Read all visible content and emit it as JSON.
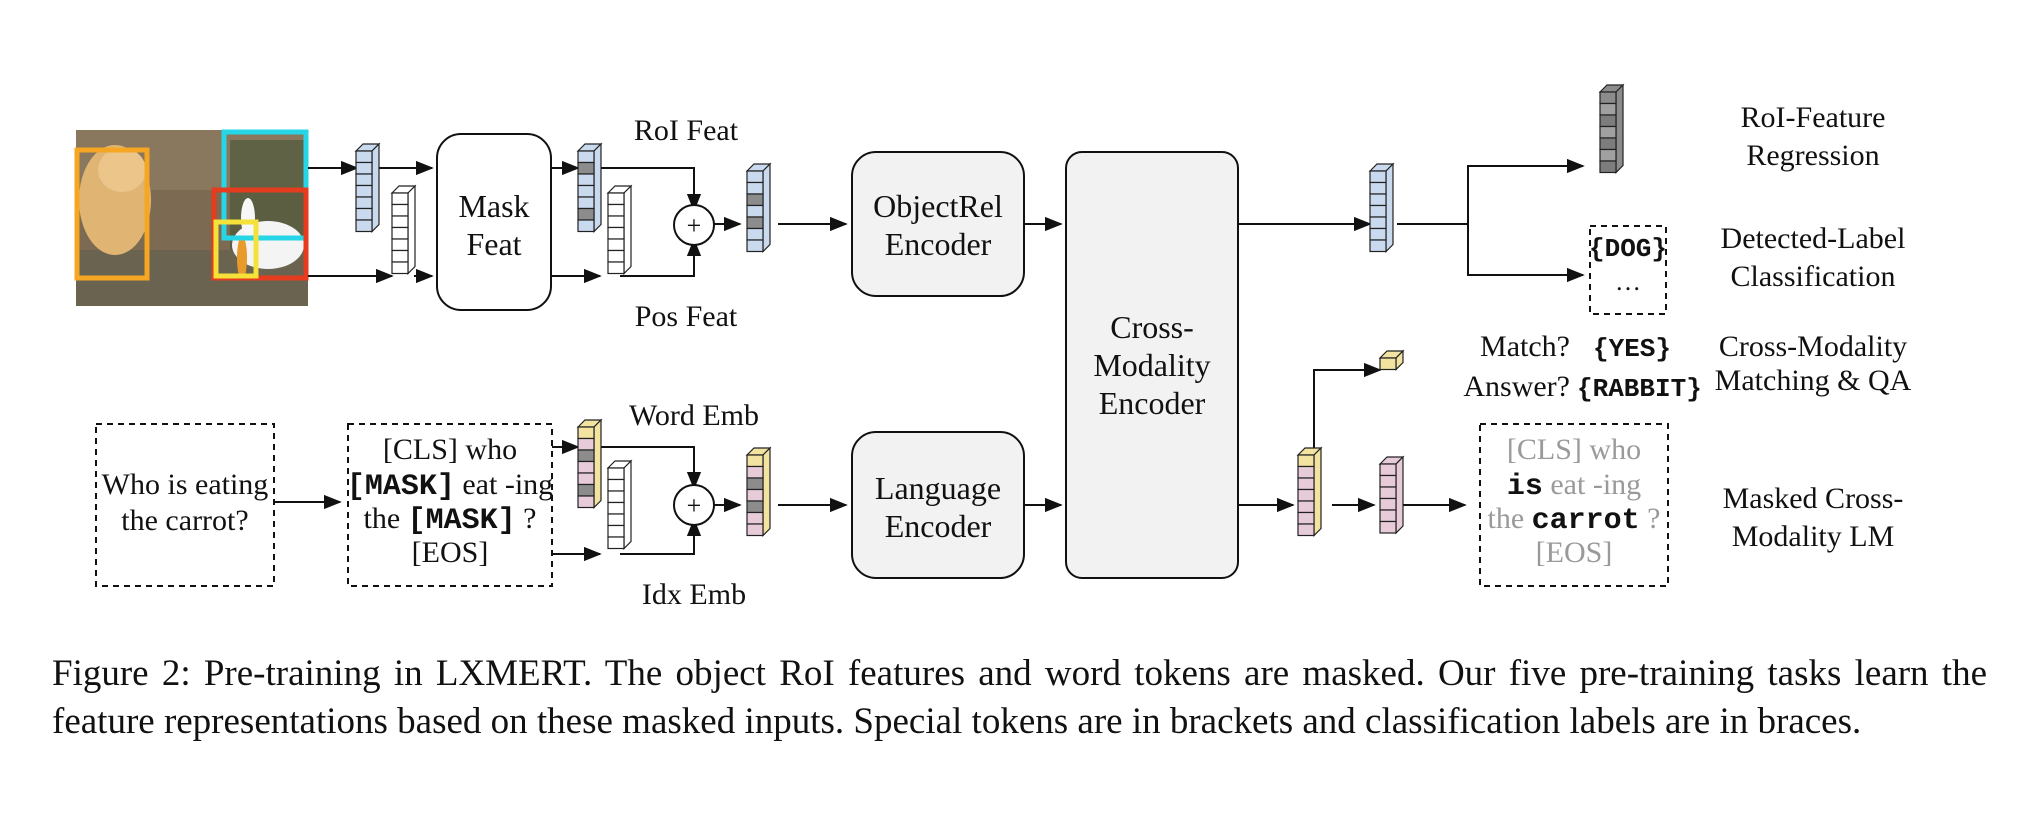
{
  "colors": {
    "blue_cell": "#c9d9ee",
    "pink_cell": "#e7cbd9",
    "yellow_cell": "#f2e3a0",
    "grey_cell": "#8c8c8c",
    "white_cell": "#ffffff",
    "box_fill": "#f2f2f2",
    "roi_orange": "#f5a623",
    "roi_cyan": "#26d5e6",
    "roi_red": "#e53b1f",
    "roi_yellow": "#f4e23a"
  },
  "icons": [
    "plus-icon",
    "arrow-icon",
    "feature-vector-icon",
    "photo-thumbnail"
  ],
  "image_regions": [
    "orange-box",
    "cyan-box",
    "red-box",
    "yellow-box"
  ],
  "labels": {
    "roi_feat": "RoI Feat",
    "pos_feat": "Pos Feat",
    "word_emb": "Word Emb",
    "idx_emb": "Idx Emb",
    "plus": "+"
  },
  "boxes": {
    "mask_feat": [
      "Mask",
      "Feat"
    ],
    "objectrel": [
      "ObjectRel",
      "Encoder"
    ],
    "language": [
      "Language",
      "Encoder"
    ],
    "cross": [
      "Cross-",
      "Modality",
      "Encoder"
    ]
  },
  "inputs": {
    "question": [
      "Who is eating",
      "the carrot?"
    ],
    "tokens_line1": "[CLS] who",
    "tokens_line2_mask": "[MASK]",
    "tokens_line2_rest": " eat -ing",
    "tokens_line3_pre": "the ",
    "tokens_line3_mask": "[MASK]",
    "tokens_line3_post": " ?",
    "tokens_line4": "[EOS]"
  },
  "outputs": {
    "dog_label": "{DOG}",
    "ellipsis": "…",
    "match_q": "Match?",
    "match_a": "{YES}",
    "answer_q": "Answer?",
    "answer_a": "{RABBIT}",
    "lm_line1": "[CLS] who",
    "lm_line2_bold": "is",
    "lm_line2_rest": " eat -ing",
    "lm_line3_pre": "the ",
    "lm_line3_bold": "carrot",
    "lm_line3_post": " ?",
    "lm_line4": "[EOS]"
  },
  "tasks": {
    "roi_regression": [
      "RoI-Feature",
      "Regression"
    ],
    "label_classification": [
      "Detected-Label",
      "Classification"
    ],
    "matching_qa": [
      "Cross-Modality",
      "Matching & QA"
    ],
    "masked_lm": [
      "Masked Cross-",
      "Modality LM"
    ]
  },
  "caption": "Figure 2: Pre-training in LXMERT. The object RoI features and word tokens are masked. Our five pre-training tasks learn the feature representations based on these masked inputs. Special tokens are in brackets and classification labels are in braces."
}
